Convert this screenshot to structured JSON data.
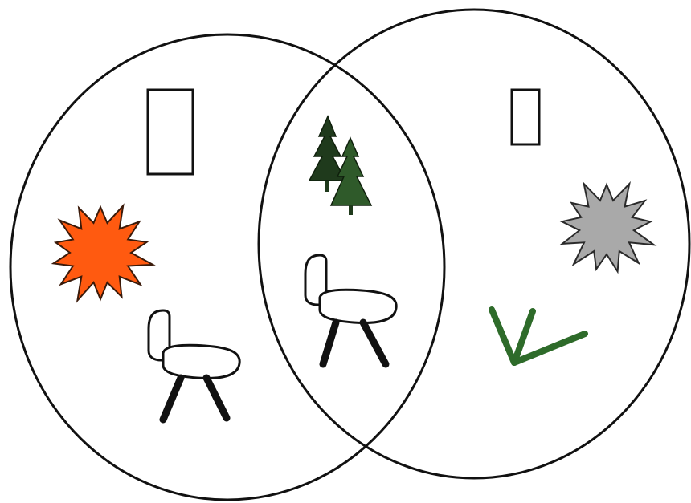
{
  "diagram": {
    "type": "venn",
    "sets": [
      {
        "id": "left",
        "items": [
          "tall-rectangle",
          "orange-sunburst",
          "chair"
        ]
      },
      {
        "id": "right",
        "items": [
          "small-rectangle",
          "gray-sunburst",
          "green-checkmark"
        ]
      }
    ],
    "intersection": {
      "items": [
        "pine-tree",
        "chair"
      ]
    }
  },
  "colors": {
    "outline": "#111111",
    "background": "#ffffff",
    "orange_sunburst": "#ff5a10",
    "gray_sunburst": "#a9a9a9",
    "tree_dark": "#1f3a1c",
    "tree_mid": "#2f5a2a",
    "checkmark": "#2e6b2a"
  }
}
